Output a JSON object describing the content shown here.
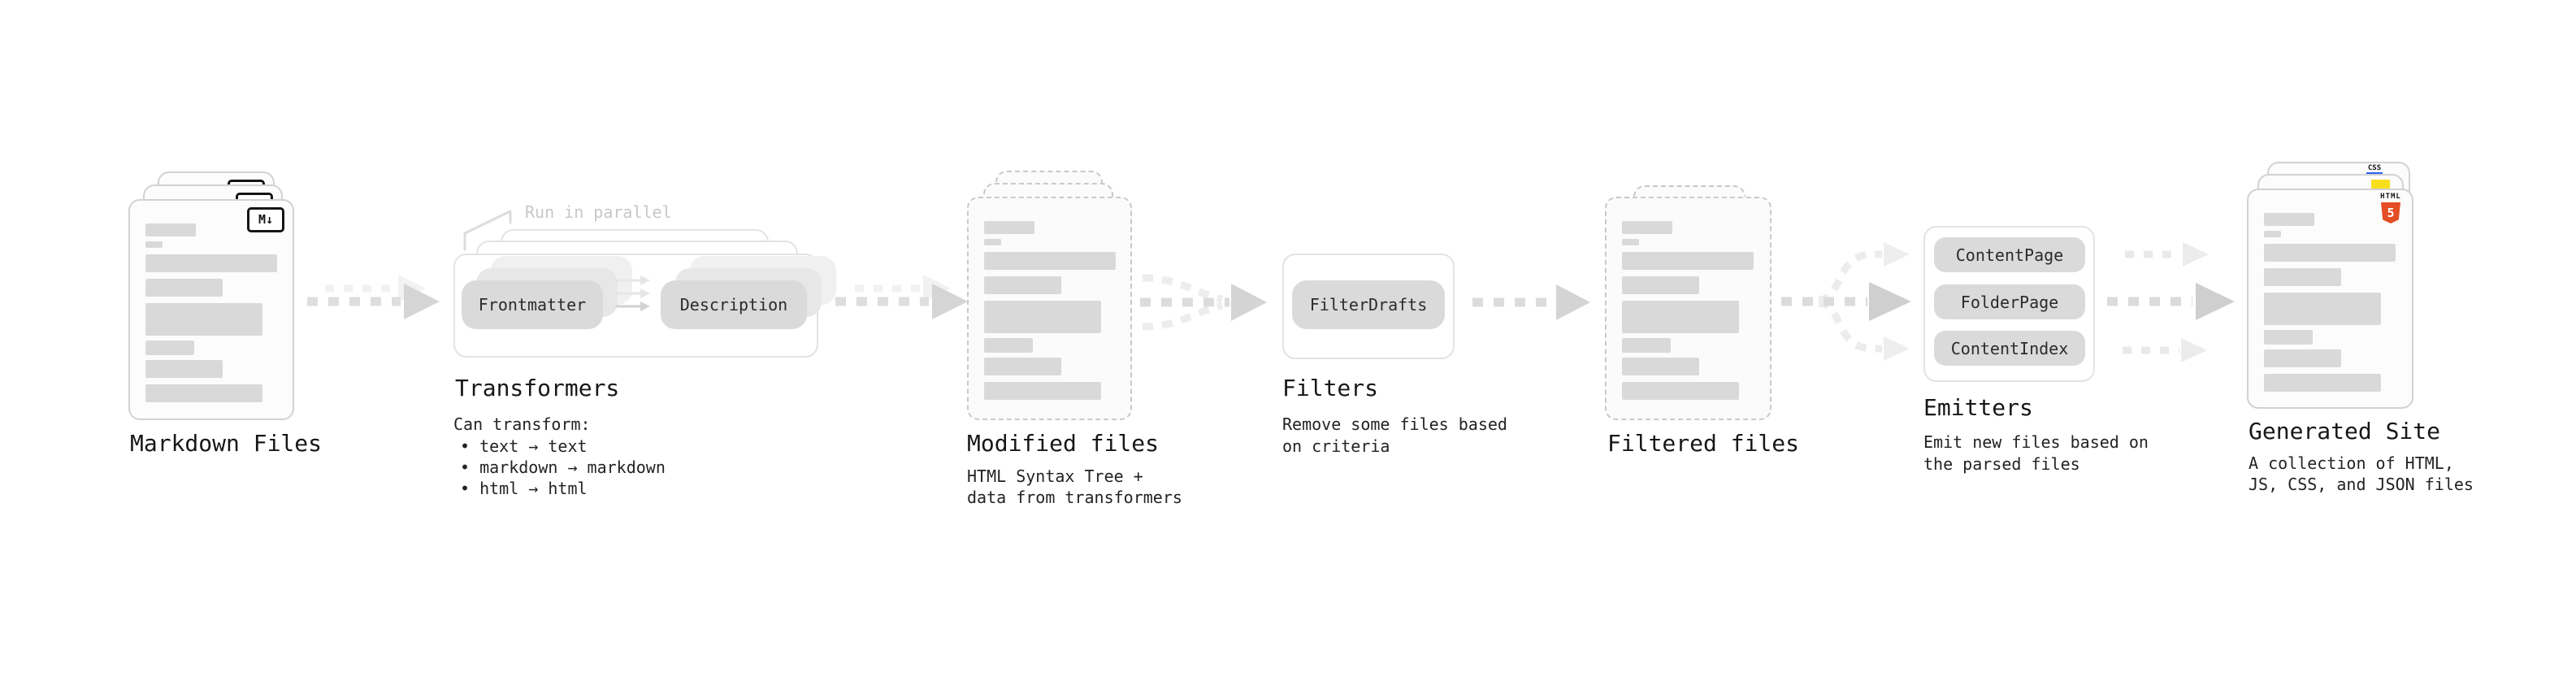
{
  "page": {
    "background": "#ffffff"
  },
  "colors": {
    "html5_orange": "#e44d26",
    "css_blue": "#2965f1",
    "js_yellow": "#f7df1e",
    "arrow_gray": "#dcdcdc",
    "pill_gray": "#dadada",
    "text_dark": "#171717",
    "callout_gray": "#c7c7c7"
  },
  "stages": {
    "markdown_files": {
      "title": "Markdown Files",
      "badge": "M↓"
    },
    "transformers": {
      "title": "Transformers",
      "callout": "Run in parallel",
      "pills": [
        "Frontmatter",
        "Description"
      ],
      "desc_heading": "Can transform:",
      "bullets": [
        "• text → text",
        "• markdown → markdown",
        "• html → html"
      ]
    },
    "modified_files": {
      "title": "Modified files",
      "desc_lines": [
        "HTML Syntax Tree +",
        "data from transformers"
      ]
    },
    "filters": {
      "title": "Filters",
      "pill": "FilterDrafts",
      "desc_lines": [
        "Remove some files based",
        "on criteria"
      ]
    },
    "filtered_files": {
      "title": "Filtered files"
    },
    "emitters": {
      "title": "Emitters",
      "pills": [
        "ContentPage",
        "FolderPage",
        "ContentIndex"
      ],
      "desc_lines": [
        "Emit new files based on",
        "the parsed files"
      ]
    },
    "generated_site": {
      "title": "Generated Site",
      "desc_lines": [
        "A collection of HTML,",
        "JS, CSS, and JSON files"
      ],
      "badges": {
        "css_label": "CSS",
        "html_label": "HTML",
        "html_number": "5"
      }
    }
  }
}
